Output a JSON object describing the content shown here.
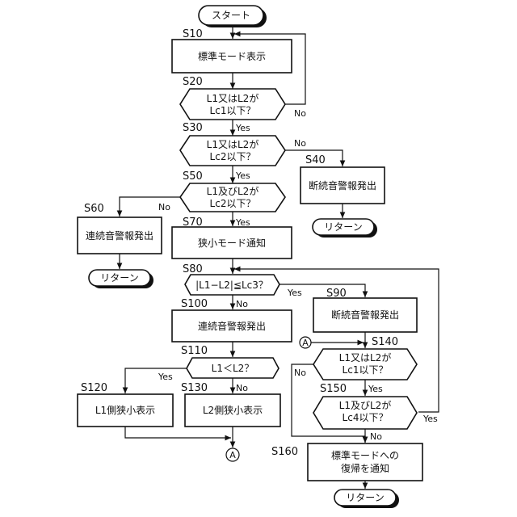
{
  "nodes": {
    "start": "スタート",
    "s10": {
      "id": "S10",
      "text": "標準モード表示"
    },
    "s20": {
      "id": "S20",
      "line1": "L1又はL2が",
      "line2": "Lc1以下？"
    },
    "s30": {
      "id": "S30",
      "line1": "L1又はL2が",
      "line2": "Lc2以下？"
    },
    "s40": {
      "id": "S40",
      "text": "断続音警報発出"
    },
    "s50": {
      "id": "S50",
      "line1": "L1及びL2が",
      "line2": "Lc2以下？"
    },
    "s60": {
      "id": "S60",
      "text": "連続音警報発出"
    },
    "s70": {
      "id": "S70",
      "text": "狭小モード通知"
    },
    "s80": {
      "id": "S80",
      "text": "|L1−L2|≦Lc3？"
    },
    "s90": {
      "id": "S90",
      "text": "断続音警報発出"
    },
    "s100": {
      "id": "S100",
      "text": "連続音警報発出"
    },
    "s110": {
      "id": "S110",
      "text": "L1＜L2？"
    },
    "s120": {
      "id": "S120",
      "text": "L1側狭小表示"
    },
    "s130": {
      "id": "S130",
      "text": "L2側狭小表示"
    },
    "s140": {
      "id": "S140",
      "line1": "L1又はL2が",
      "line2": "Lc1以下？"
    },
    "s150": {
      "id": "S150",
      "line1": "L1及びL2が",
      "line2": "Lc4以下？"
    },
    "s160": {
      "id": "S160",
      "line1": "標準モードへの",
      "line2": "復帰を通知"
    },
    "return": "リターン",
    "connector": "A"
  },
  "labels": {
    "yes": "Yes",
    "no": "No"
  }
}
